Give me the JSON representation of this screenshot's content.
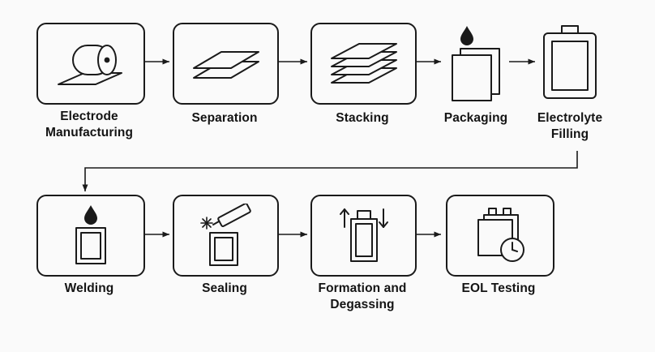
{
  "colors": {
    "background": "#fafafa",
    "line": "#1a1a1a",
    "text": "#141414"
  },
  "flow": {
    "row1": [
      {
        "label": "Electrode Manufacturing",
        "icon": "electrode-roll-icon"
      },
      {
        "label": "Separation",
        "icon": "separator-sheets-icon"
      },
      {
        "label": "Stacking",
        "icon": "stacked-sheets-icon"
      },
      {
        "label": "Packaging",
        "icon": "pouch-foils-droplet-icon"
      },
      {
        "label": "Electrolyte Filling",
        "icon": "pouch-cell-icon"
      }
    ],
    "row2": [
      {
        "label": "Welding",
        "icon": "droplet-pouch-icon"
      },
      {
        "label": "Sealing",
        "icon": "welding-torch-icon"
      },
      {
        "label": "Formation and Degassing",
        "icon": "pouch-degassing-arrows-icon"
      },
      {
        "label": "EOL Testing",
        "icon": "battery-clock-icon"
      }
    ]
  }
}
